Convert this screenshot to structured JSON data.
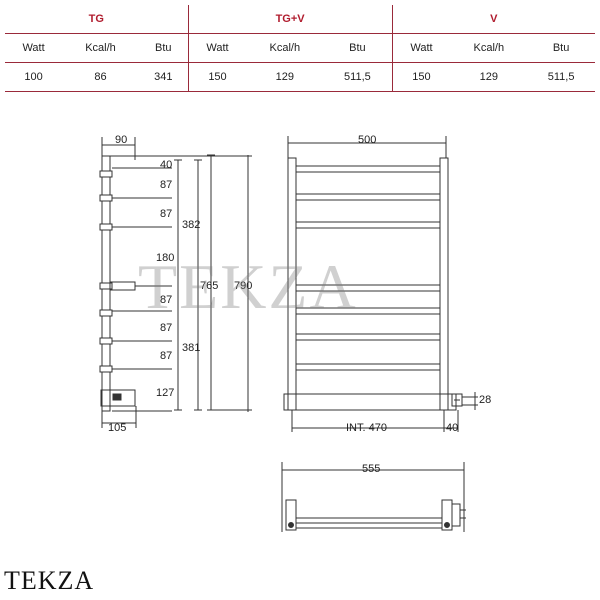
{
  "table": {
    "models": [
      "TG",
      "TG+V",
      "V"
    ],
    "units": [
      "Watt",
      "Kcal/h",
      "Btu",
      "Watt",
      "Kcal/h",
      "Btu",
      "Watt",
      "Kcal/h",
      "Btu"
    ],
    "values": [
      "100",
      "86",
      "341",
      "150",
      "129",
      "511,5",
      "150",
      "129",
      "511,5"
    ]
  },
  "side_view": {
    "depth_top": "90",
    "depth_bottom": "105",
    "spacings": [
      "40",
      "87",
      "87",
      "180",
      "87",
      "87",
      "87",
      "127"
    ],
    "section_upper": "382",
    "section_lower": "381",
    "height_inner": "765",
    "height_total": "790"
  },
  "front_view": {
    "width": "500",
    "interaxis": "INT. 470",
    "offset": "40",
    "element_size": "28"
  },
  "top_view": {
    "width": "555"
  },
  "watermark": "TEKZA",
  "brand": "TEKZA",
  "colors": {
    "header_text": "#b01c2e",
    "table_rules": "#9a2a3a",
    "line": "#333333"
  }
}
